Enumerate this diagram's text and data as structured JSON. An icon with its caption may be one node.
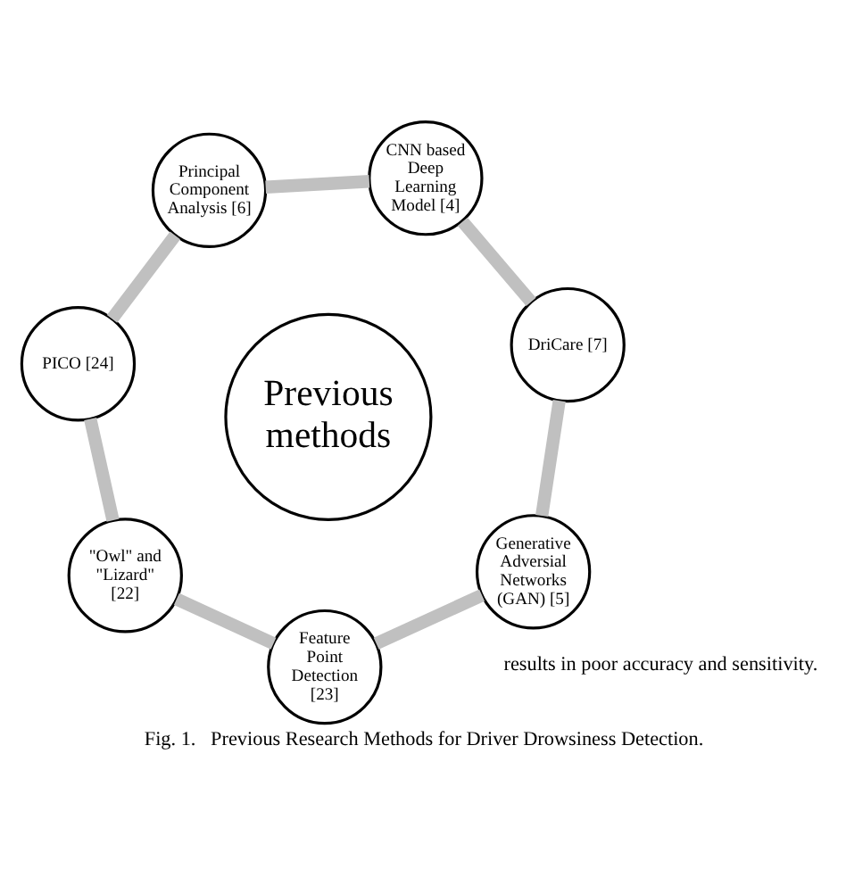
{
  "diagram": {
    "caption": "Fig. 1.   Previous Research Methods for Driver Drowsiness Detection.",
    "nodes": [
      {
        "text": [
          "Previous methods"
        ]
      },
      {
        "text": [
          "Generative Adversial Networks (GAN) [5]"
        ]
      },
      {
        "text": [
          "DriCare [7]"
        ]
      },
      {
        "text": [
          "CNN based Deep Learning Model [4]"
        ]
      },
      {
        "text": [
          "Principal Component Analysis [6]"
        ]
      },
      {
        "text": [
          "PICO [24]"
        ]
      },
      {
        "text": [
          "\"Owl\" and \"Lizard\" [22]"
        ]
      },
      {
        "text": [
          "Feature Point Detection [23]"
        ]
      }
    ],
    "edges": [
      {
        "from": 1,
        "to": 2,
        "arrow": "none"
      },
      {
        "from": 2,
        "to": 3,
        "arrow": "none"
      },
      {
        "from": 3,
        "to": 4,
        "arrow": "none"
      },
      {
        "from": 4,
        "to": 5,
        "arrow": "none"
      },
      {
        "from": 5,
        "to": 6,
        "arrow": "none"
      },
      {
        "from": 6,
        "to": 7,
        "arrow": "none"
      },
      {
        "from": 7,
        "to": 1,
        "arrow": "none"
      }
    ],
    "labels": [
      "results in poor accuracy and sensitivity."
    ]
  }
}
